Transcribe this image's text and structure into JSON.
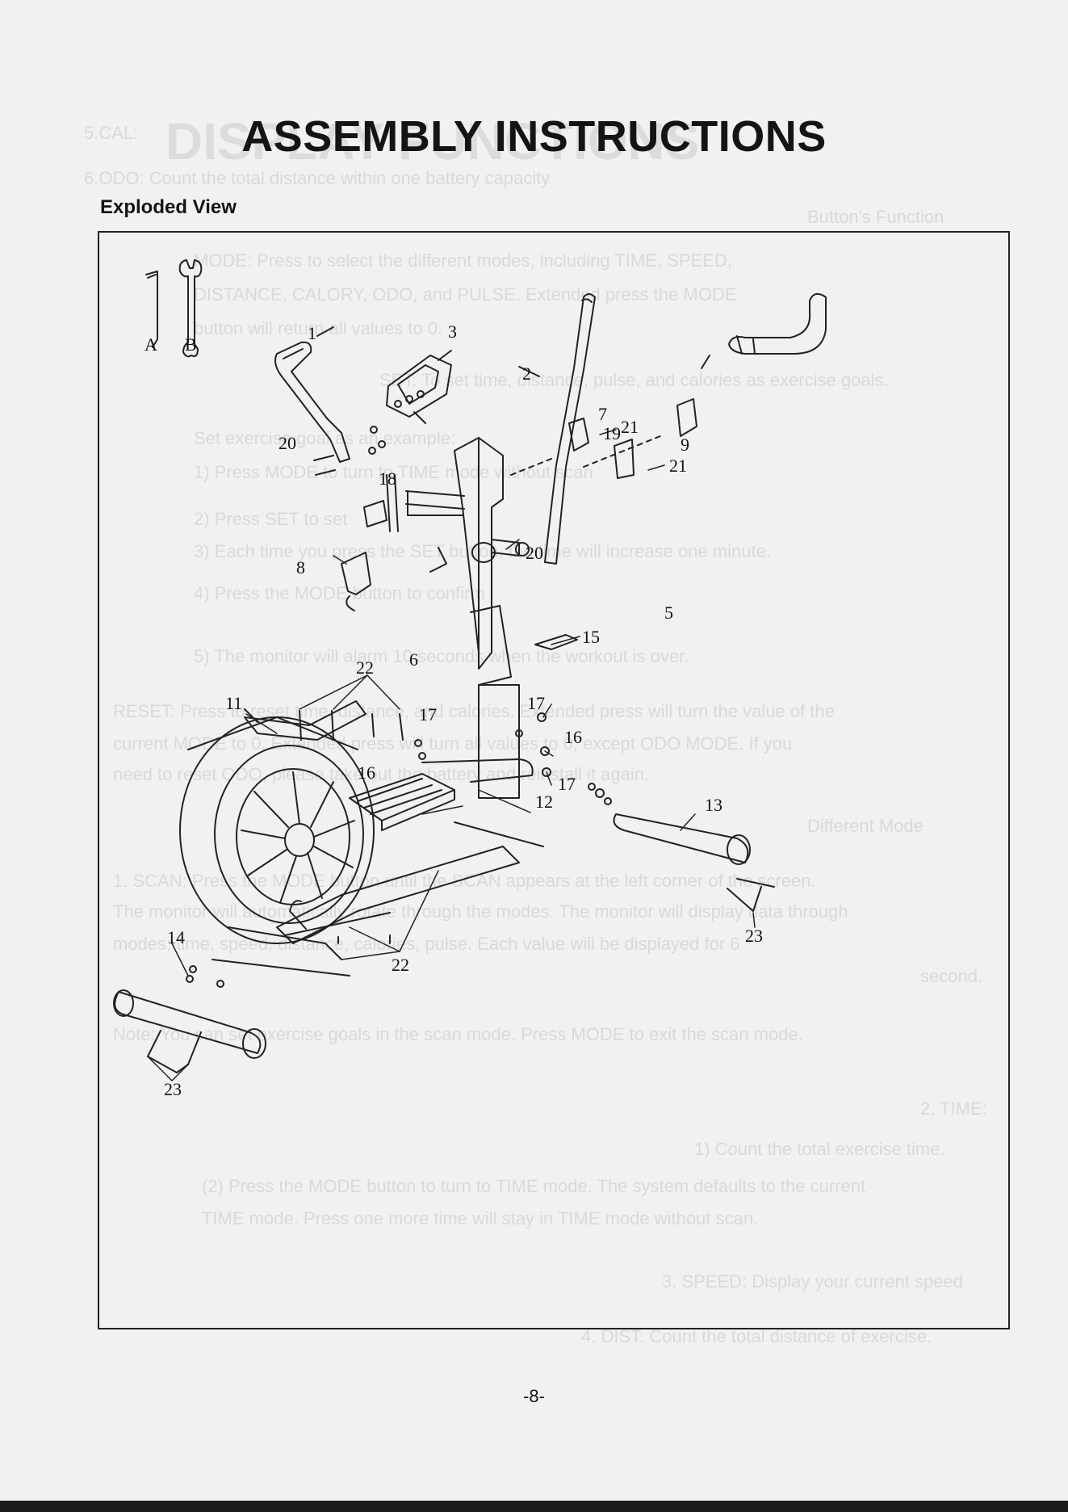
{
  "page": {
    "title": "ASSEMBLY INSTRUCTIONS",
    "section": "Exploded View",
    "page_number": "-8-"
  },
  "tools": [
    {
      "label": "A",
      "icon": "allen-key-icon"
    },
    {
      "label": "B",
      "icon": "wrench-icon"
    }
  ],
  "callouts": [
    "1",
    "2",
    "3",
    "5",
    "6",
    "7",
    "8",
    "9",
    "11",
    "12",
    "13",
    "14",
    "15",
    "16",
    "16",
    "17",
    "17",
    "17",
    "18",
    "19",
    "20",
    "20",
    "21",
    "21",
    "22",
    "22",
    "23",
    "23"
  ],
  "bleed_through": {
    "heading": "DISPLAY FUNCTIONS",
    "lines": [
      "5.CAL:",
      "6.ODO: Count the total distance within one battery capacity",
      "Button's Function",
      "MODE: Press to select the different modes, including TIME, SPEED,",
      "DISTANCE, CALORY, ODO, and PULSE. Extended press the MODE",
      "button will return all values to 0.",
      "SET: To set time, distance, pulse, and calories as exercise goals.",
      "Set exercise goal as an example:",
      "1) Press MODE to turn to TIME mode without scan",
      "2) Press SET to set",
      "3) Each time you press the SET button, the time will increase one minute.",
      "4) Press the MODE button to confirm",
      "5) The monitor will alarm 10 seconds when the workout is over.",
      "RESET: Press to reset time, distance, and calories. Extended press will turn the value of the",
      "current MODE to 0. Extended press will turn all values to 0, except ODO MODE. If you",
      "need to reset ODO, please take out the battery and reinstall it again.",
      "Different Mode",
      "1. SCAN: Press the MODE button until the SCAN appears at the left corner of the screen.",
      "The monitor will automatically rotate through the modes. The monitor will display data through",
      "modes: time, speed, distance, calories, pulse. Each value will be displayed for 6",
      "second.",
      "Note: You can set exercise goals in the scan mode. Press MODE to exit the scan mode.",
      "2. TIME:",
      "1) Count the total exercise time.",
      "(2) Press the MODE button to turn to TIME mode. The system defaults to the current",
      "TIME mode. Press one more time will stay in TIME mode without scan.",
      "3. SPEED: Display your current speed",
      "4. DIST: Count the total distance of exercise."
    ]
  }
}
